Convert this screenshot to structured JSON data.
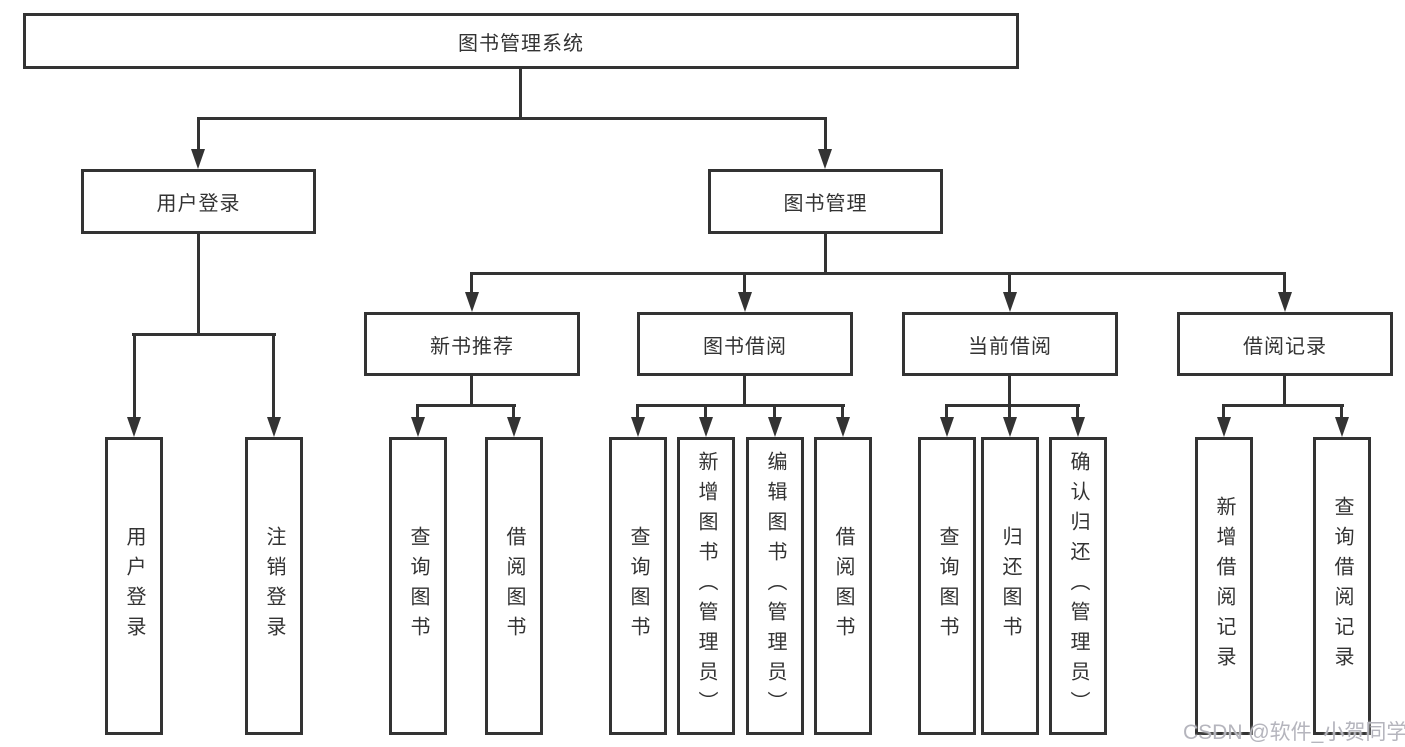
{
  "tree": {
    "label": "图书管理系统",
    "children": [
      {
        "label": "用户登录",
        "children": [
          {
            "label": "用户登录"
          },
          {
            "label": "注销登录"
          }
        ]
      },
      {
        "label": "图书管理",
        "children": [
          {
            "label": "新书推荐",
            "children": [
              {
                "label": "查询图书"
              },
              {
                "label": "借阅图书"
              }
            ]
          },
          {
            "label": "图书借阅",
            "children": [
              {
                "label": "查询图书"
              },
              {
                "label": "新增图书（管理员）"
              },
              {
                "label": "编辑图书（管理员）"
              },
              {
                "label": "借阅图书"
              }
            ]
          },
          {
            "label": "当前借阅",
            "children": [
              {
                "label": "查询图书"
              },
              {
                "label": "归还图书"
              },
              {
                "label": "确认归还（管理员）"
              }
            ]
          },
          {
            "label": "借阅记录",
            "children": [
              {
                "label": "新增借阅记录"
              },
              {
                "label": "查询借阅记录"
              }
            ]
          }
        ]
      }
    ]
  },
  "watermark": {
    "text": "CSDN @软件_小贺同学"
  },
  "colors": {
    "line": "#333333",
    "text": "#333333",
    "background": "#ffffff",
    "watermark": "#b5b5bd"
  }
}
